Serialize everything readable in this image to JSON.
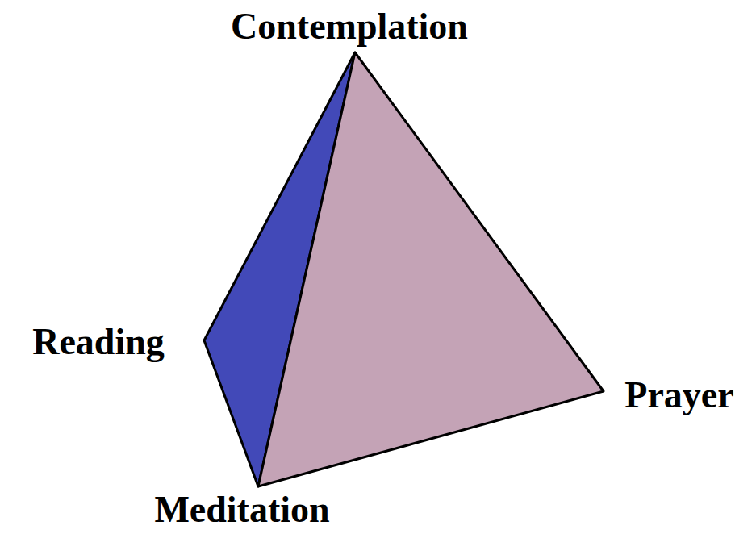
{
  "diagram": {
    "labels": [
      "Contemplation",
      "Reading",
      "Prayer",
      "Meditation"
    ]
  }
}
